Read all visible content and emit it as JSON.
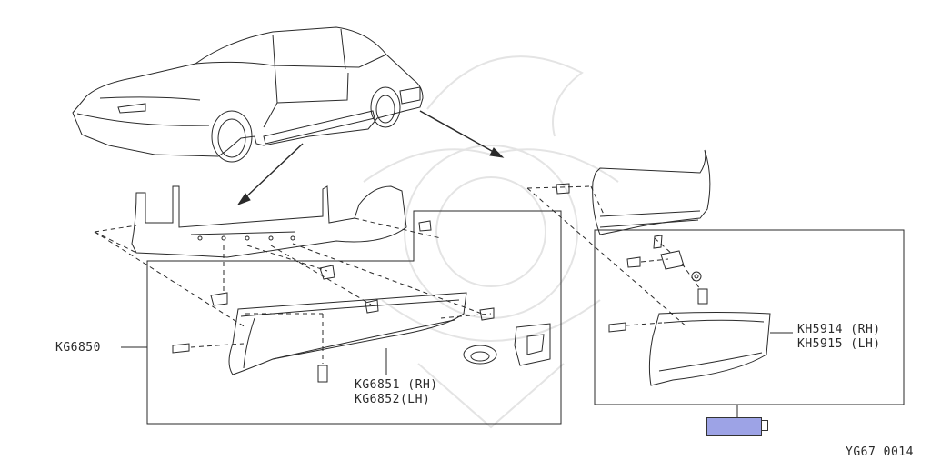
{
  "labels": {
    "main_part": "KG6850",
    "rear_rh": "KG6851 (RH)",
    "rear_lh": "KG6852(LH)",
    "right_rh": "KH5914 (RH)",
    "right_lh": "KH5915 (LH)",
    "diagram_id": "YG67 0014"
  },
  "colors": {
    "swatch": "#9da3e6",
    "line": "#2a2a2a"
  }
}
